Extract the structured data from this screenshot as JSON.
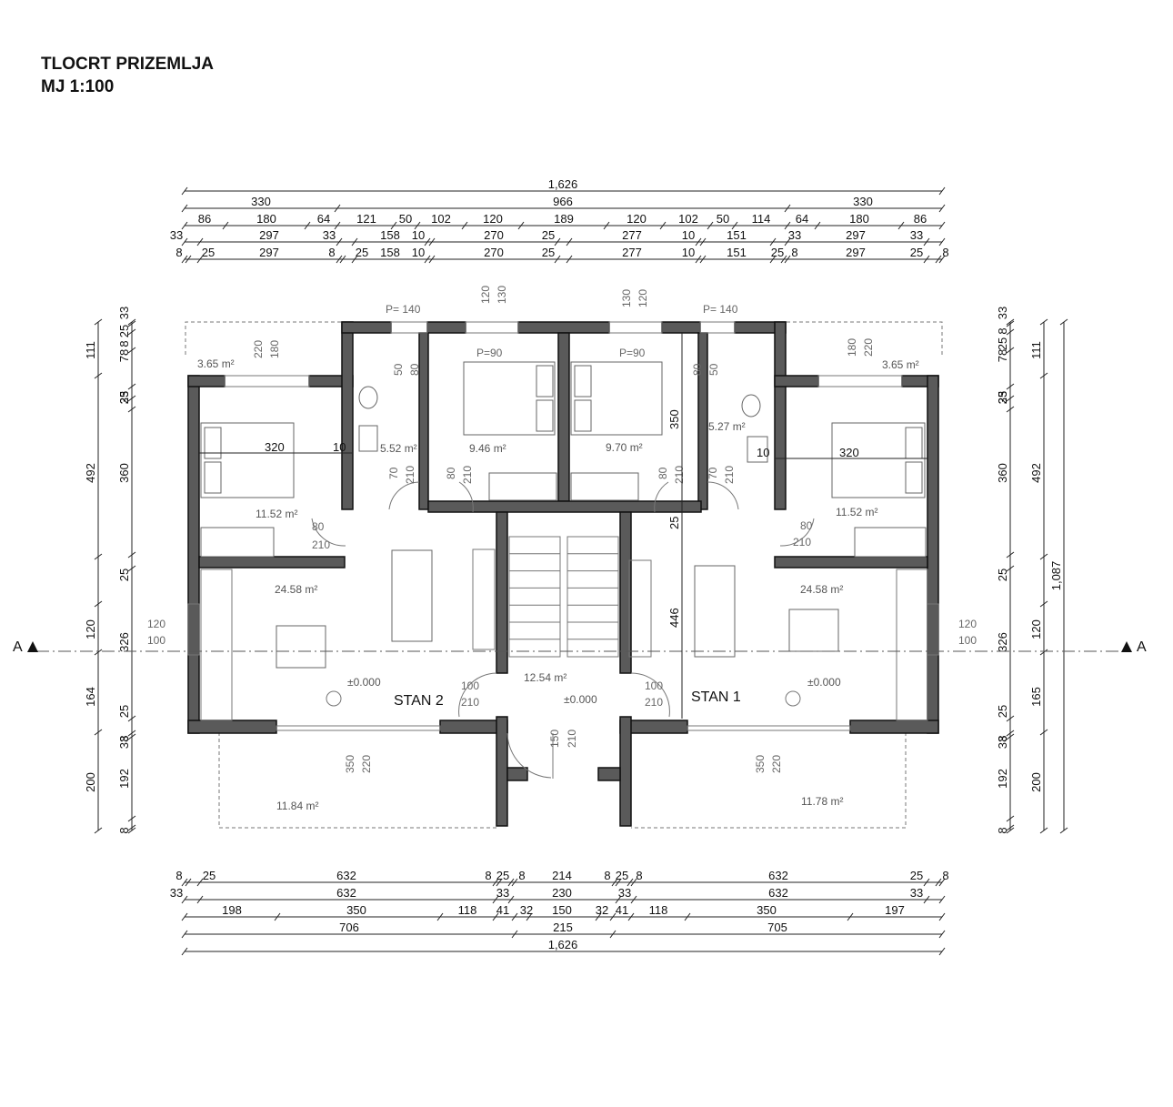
{
  "title": "TLOCRT PRIZEMLJA",
  "scale": "MJ 1:100",
  "section_marker": "A",
  "labels": {
    "stan2": "STAN 2",
    "stan1": "STAN 1",
    "level": "±0.000",
    "window_left": "P= 140",
    "window_right": "P= 140",
    "bed_left": "P=90",
    "bed_right": "P=90"
  },
  "areas": {
    "terrace_tl": "3.65 m²",
    "terrace_tr": "3.65 m²",
    "bath_left": "5.52 m²",
    "bath_right": "5.27 m²",
    "room_left": "9.46 m²",
    "room_right": "9.70 m²",
    "bed_left": "11.52 m²",
    "bed_right": "11.52 m²",
    "living_left": "24.58 m²",
    "living_right": "24.58 m²",
    "stair": "12.54 m²",
    "terrace_bl": "11.84 m²",
    "terrace_br": "11.78 m²"
  },
  "dims_top": [
    [
      "1,626"
    ],
    [
      "330",
      "966",
      "330"
    ],
    [
      "86",
      "180",
      "64",
      "121",
      "50",
      "102",
      "120",
      "189",
      "120",
      "102",
      "50",
      "114",
      "64",
      "180",
      "86"
    ],
    [
      "33",
      "297",
      "33",
      "158",
      "10",
      "270",
      "25",
      "277",
      "10",
      "151",
      "33",
      "297",
      "33"
    ],
    [
      "8",
      "25",
      "297",
      "8",
      "25",
      "158",
      "10",
      "270",
      "25",
      "277",
      "10",
      "151",
      "25",
      "8",
      "297",
      "25",
      "8"
    ]
  ],
  "dims_bottom": [
    [
      "8",
      "25",
      "632",
      "8",
      "25",
      "8",
      "214",
      "8",
      "25",
      "8",
      "632",
      "25",
      "8"
    ],
    [
      "33",
      "632",
      "33",
      "230",
      "33",
      "632",
      "33"
    ],
    [
      "198",
      "350",
      "118",
      "41",
      "32",
      "150",
      "32",
      "41",
      "118",
      "350",
      "197"
    ],
    [
      "706",
      "215",
      "705"
    ],
    [
      "1,626"
    ]
  ],
  "dims_left": [
    [
      "33",
      "25",
      "8",
      "78",
      "33",
      "25",
      "360",
      "25",
      "326",
      "25",
      "8",
      "33",
      "192",
      "8"
    ],
    [
      "111",
      "492",
      "120",
      "164",
      "200"
    ]
  ],
  "dims_right": [
    [
      "33",
      "8",
      "25",
      "78",
      "33",
      "25",
      "360",
      "25",
      "326",
      "25",
      "8",
      "33",
      "192",
      "8"
    ],
    [
      "111",
      "492",
      "120",
      "165",
      "200"
    ],
    [
      "1,087"
    ]
  ],
  "interior_dims": {
    "bed_span_l": "320",
    "bed_span_r": "320",
    "wall_l": "10",
    "wall_r": "10",
    "door_80": "80",
    "door_210": "210",
    "door_70": "70",
    "door_100": "100",
    "door_120": "120",
    "door_150": "150",
    "stair_350": "350",
    "stair_25": "25",
    "stair_446": "446",
    "win_350": "350",
    "win_220": "220",
    "top_120": "120",
    "top_130": "130",
    "top_180": "180",
    "top_220": "220",
    "bath_50": "50",
    "bath_80": "80"
  }
}
